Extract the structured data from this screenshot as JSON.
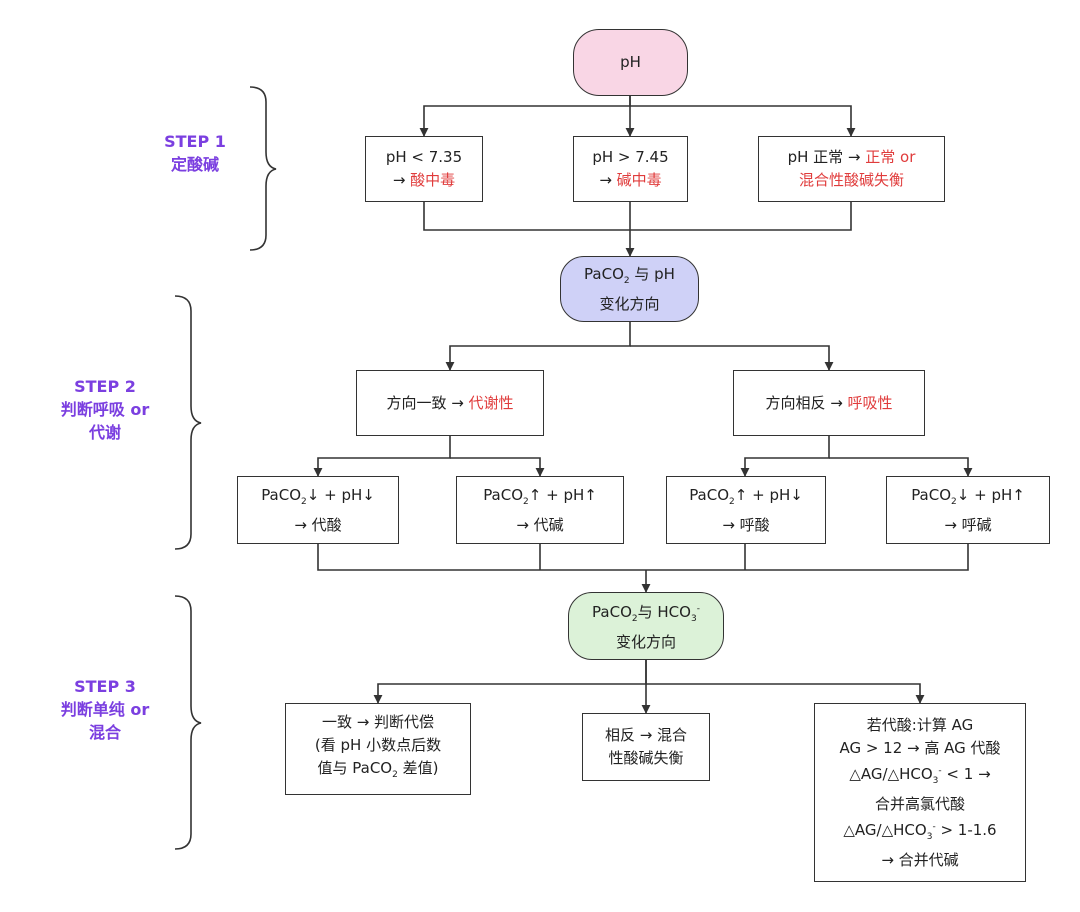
{
  "colors": {
    "accent_step": "#7b3fe0",
    "highlight_text": "#e03c3c",
    "start_fill": "#f9d6e5",
    "node2_fill": "#cfd1f7",
    "node3_fill": "#dcf2d8",
    "line": "#333333"
  },
  "steps": [
    {
      "lines": [
        "STEP 1",
        "定酸碱"
      ]
    },
    {
      "lines": [
        "STEP 2",
        "判断呼吸 or",
        "代谢"
      ]
    },
    {
      "lines": [
        "STEP 3",
        "判断单纯 or",
        "混合"
      ]
    }
  ],
  "nodes": {
    "ph_start": "pH",
    "ph_low": {
      "a": "pH < 7.35",
      "b": "→ ",
      "c": "酸中毒"
    },
    "ph_high": {
      "a": "pH > 7.45",
      "b": "→ ",
      "c": "碱中毒"
    },
    "ph_normal": {
      "a": "pH 正常 → ",
      "b": "正常 or",
      "c": "混合性酸碱失衡"
    },
    "paco2_ph": {
      "a1": "PaCO",
      "a1sub": "2",
      "a2": " 与 pH",
      "b": "变化方向"
    },
    "same_dir": {
      "a": "方向一致 → ",
      "b": "代谢性"
    },
    "opp_dir": {
      "a": "方向相反 → ",
      "b": "呼吸性"
    },
    "met_acid": {
      "a1": "PaCO",
      "a1sub": "2",
      "a2": "↓ + pH↓",
      "b": "→ 代酸"
    },
    "met_alk": {
      "a1": "PaCO",
      "a1sub": "2",
      "a2": "↑ + pH↑",
      "b": "→ 代碱"
    },
    "resp_acid": {
      "a1": "PaCO",
      "a1sub": "2",
      "a2": "↑ + pH↓",
      "b": "→ 呼酸"
    },
    "resp_alk": {
      "a1": "PaCO",
      "a1sub": "2",
      "a2": "↓ + pH↑",
      "b": "→ 呼碱"
    },
    "paco2_hco3": {
      "a1": "PaCO",
      "a1sub": "2",
      "a2": "与 HCO",
      "a2sub": "3",
      "a2sup": "-",
      "b": "变化方向"
    },
    "consistent": {
      "a": "一致 → 判断代偿",
      "b": "(看 pH 小数点后数",
      "c1": "值与 PaCO",
      "c1sub": "2",
      "c2": " 差值)"
    },
    "opposite": {
      "a": "相反 → 混合",
      "b": "性酸碱失衡"
    },
    "if_acid": {
      "l1": "若代酸:计算 AG",
      "l2": "AG > 12 → 高 AG 代酸",
      "l3a": "△AG/△HCO",
      "l3sub": "3",
      "l3sup": "-",
      "l3b": " < 1 →",
      "l4": "合并高氯代酸",
      "l5a": "△AG/△HCO",
      "l5sub": "3",
      "l5sup": "-",
      "l5b": " > 1-1.6",
      "l6": "→ 合并代碱"
    }
  }
}
